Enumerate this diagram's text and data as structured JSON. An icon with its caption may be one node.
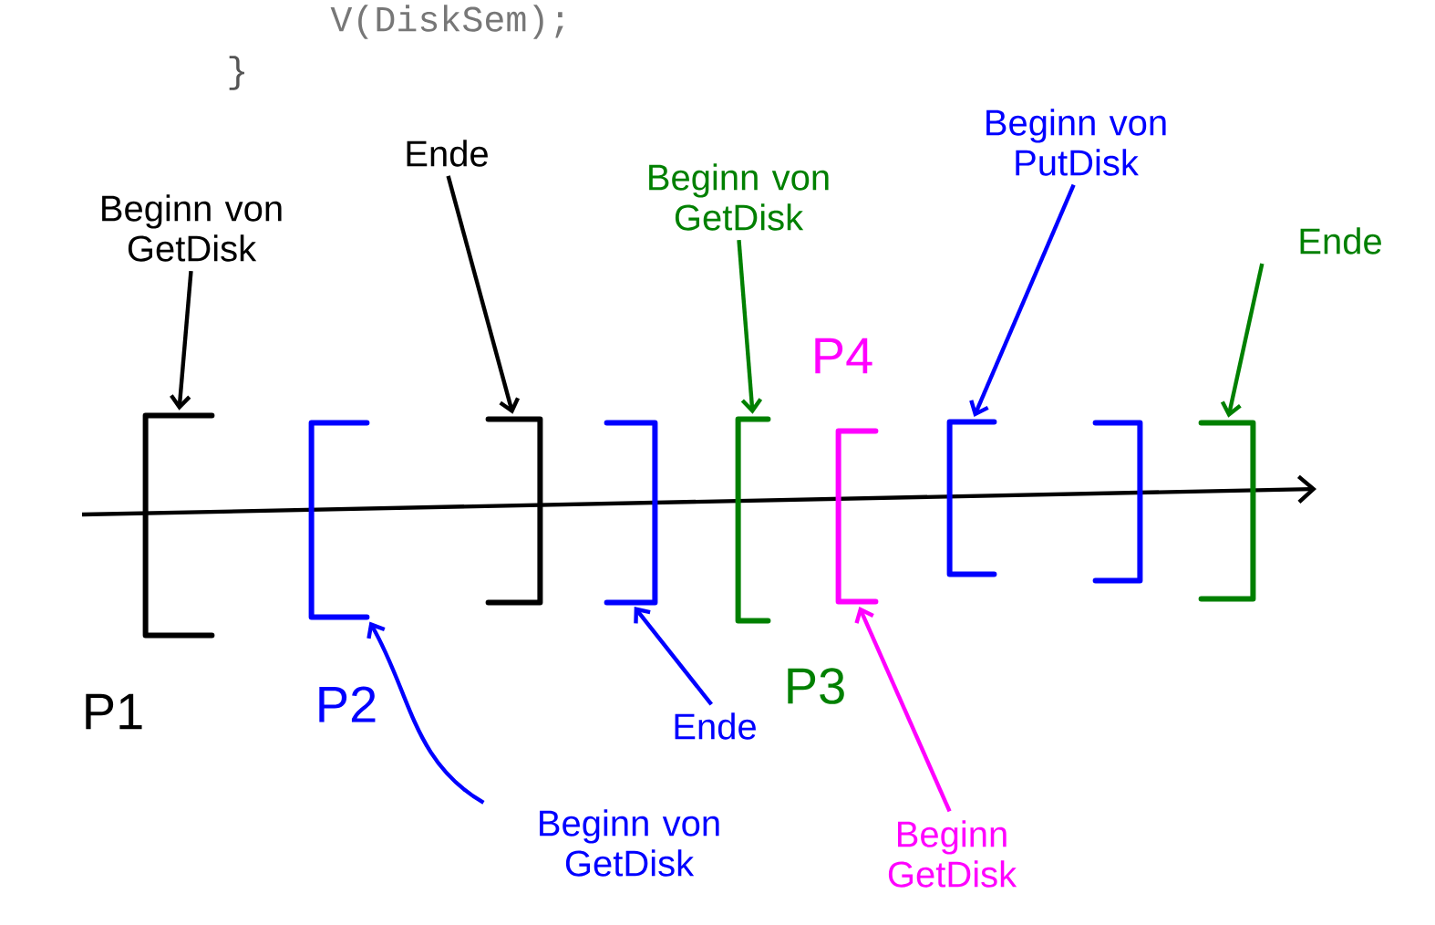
{
  "diagram": {
    "nodes": [
      {
        "text": [
          "Beginn von GetDisk"
        ]
      },
      {
        "text": [
          "Ende"
        ]
      },
      {
        "text": [
          "Beginn von GetDisk"
        ]
      },
      {
        "text": [
          "Beginn von PutDisk"
        ]
      },
      {
        "text": [
          "Ende"
        ]
      },
      {
        "text": [
          "Ende"
        ]
      },
      {
        "text": [
          "Beginn von GetDisk"
        ]
      },
      {
        "text": [
          "Beginn GetDisk"
        ]
      },
      {
        "text": [],
        "shape": "bracket"
      },
      {
        "text": [],
        "shape": "bracket"
      },
      {
        "text": [],
        "shape": "bracket"
      },
      {
        "text": [],
        "shape": "bracket"
      },
      {
        "text": [],
        "shape": "bracket"
      },
      {
        "text": [],
        "shape": "bracket"
      },
      {
        "text": [],
        "shape": "bracket"
      },
      {
        "text": [],
        "shape": "bracket"
      },
      {
        "text": [],
        "shape": "bracket"
      }
    ],
    "edges": [
      {
        "from": 0,
        "to": 8,
        "arrow": "to",
        "color": "#000000"
      },
      {
        "from": 1,
        "to": 10,
        "arrow": "to",
        "color": "#000000"
      },
      {
        "from": 2,
        "to": 12,
        "arrow": "to",
        "color": "#008000"
      },
      {
        "from": 3,
        "to": 14,
        "arrow": "to"
      },
      {
        "from": 4,
        "to": 16,
        "arrow": "to",
        "color": "#008000"
      },
      {
        "from": 5,
        "to": 11,
        "arrow": "to"
      },
      {
        "from": 6,
        "to": 9,
        "arrow": "to"
      },
      {
        "from": 7,
        "to": 13,
        "arrow": "to",
        "color": "#ff00ff"
      }
    ],
    "labels": [
      "V(DiskSem);",
      "}",
      "P4",
      "P1",
      "P2",
      "P3"
    ]
  }
}
